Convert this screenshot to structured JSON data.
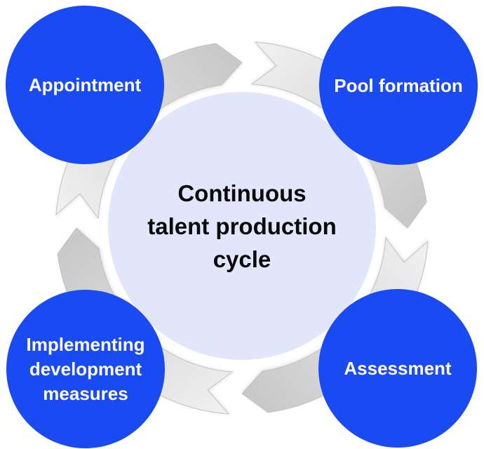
{
  "diagram": {
    "type": "cycle",
    "flow_direction": "clockwise",
    "center": {
      "label": "Continuous talent production cycle",
      "lines": [
        "Continuous",
        "talent production",
        "cycle"
      ]
    },
    "nodes": [
      {
        "id": "appointment",
        "label": "Appointment",
        "position": "top-left"
      },
      {
        "id": "pool-formation",
        "label": "Pool formation",
        "position": "top-right"
      },
      {
        "id": "assessment",
        "label": "Assessment",
        "position": "bottom-right"
      },
      {
        "id": "implementing-development-measures",
        "label": "Implementing development measures",
        "position": "bottom-left"
      }
    ],
    "colors": {
      "node_fill": "#1a4af2",
      "node_text": "#ffffff",
      "center_fill": "#e2e6fa",
      "center_text": "#0a0a0a",
      "arrow_tail": "#f0f0f0",
      "arrow_head": "#c8c8c8",
      "arrow_stroke": "#c2c2c2",
      "background": "#ffffff"
    }
  }
}
